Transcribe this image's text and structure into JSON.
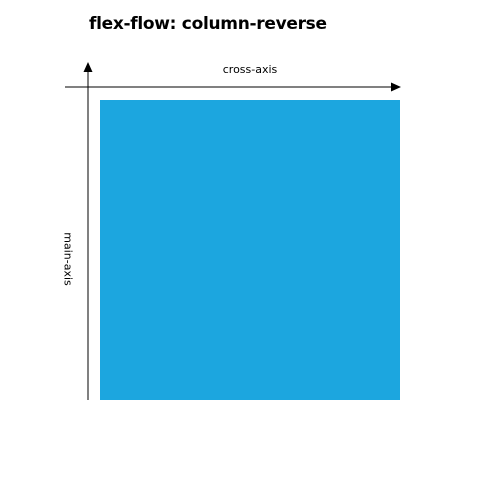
{
  "diagram": {
    "title": "flex-flow: column-reverse",
    "cross_axis_label": "cross-axis",
    "main_axis_label": "main-axis",
    "box_color": "#1ca6df",
    "axis_color": "#000000"
  }
}
